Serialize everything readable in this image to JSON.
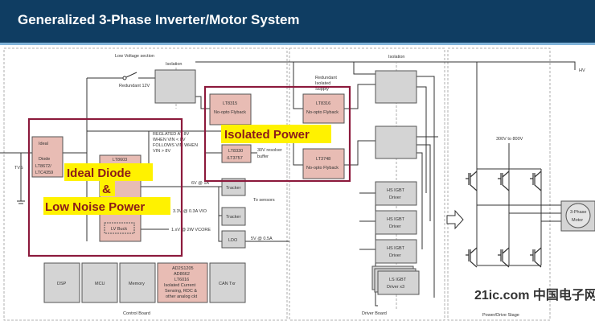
{
  "header": {
    "title": "Generalized 3-Phase Inverter/Motor System"
  },
  "sections": {
    "low_voltage": "Low Voltage section",
    "isolation_left": "Isolation",
    "isolation_right": "Isolation",
    "control_board": "Control Board",
    "driver_board": "Driver Board",
    "power_stage": "Power/Drive Stage"
  },
  "labels": {
    "redundant_12v": "Redundant 12V",
    "regulated": [
      "REGLATED AT 8V",
      "WHEN VIN < 8V",
      "FOLLOWS VIN WHEN",
      "VIN > 8V"
    ],
    "resolver": [
      "30V resolver",
      "buffer"
    ],
    "redundant_supply": [
      "Redundant",
      "Isolated",
      "Supply"
    ],
    "tvs": "TVS",
    "rail_6v": "6V @ 1A",
    "rail_3v3": "3.3V @ 0.3A VIO",
    "rail_1v": "1.xV @ 2W VCORE",
    "rail_5v": "5V @ 0.5A",
    "to_sensors": "To sensors",
    "hv": "HV",
    "dc_bus": "300V to 800V"
  },
  "blocks": {
    "ideal_diode": [
      "Ideal",
      "Diode",
      "LT8672/",
      "LTC4359"
    ],
    "lt8603": "LT8603",
    "lv_buck": "LV Buck",
    "lt8315": [
      "LT8315",
      "No-opto Flyback"
    ],
    "lt8330": [
      "LT8330",
      "/LT3757"
    ],
    "lt8316": [
      "LT8316",
      "No-opto Flyback"
    ],
    "lt3748": [
      "LT3748",
      "No-opto Flyback"
    ],
    "tracker1": "Tracker",
    "tracker2": "Tracker",
    "ldo": "LDO",
    "dsp": "DSP",
    "mcu": "MCU",
    "memory": "Memory",
    "analog": [
      "AD2S1205",
      "AD8662",
      "LT6016",
      "Isolated Current",
      "Sensing, RDC &",
      "other analog ckt"
    ],
    "can": "CAN Txr",
    "hs_driver": [
      "HS IGBT",
      "Driver"
    ],
    "ls_driver": [
      "LS IGBT",
      "Driver x3"
    ],
    "motor": [
      "3-Phase",
      "Motor"
    ]
  },
  "callouts": {
    "ideal_diode": "Ideal Diode",
    "amp": "&",
    "low_noise": "Low Noise Power",
    "isolated_power": "Isolated Power"
  },
  "watermark": "21ic.com 中国电子网",
  "colors": {
    "header": "#0f3d62",
    "highlight": "#8c1a3c",
    "callout_bg": "#fff200",
    "callout_text": "#8b1a1a",
    "chip": "#e8bcb4",
    "block": "#d4d4d4"
  }
}
